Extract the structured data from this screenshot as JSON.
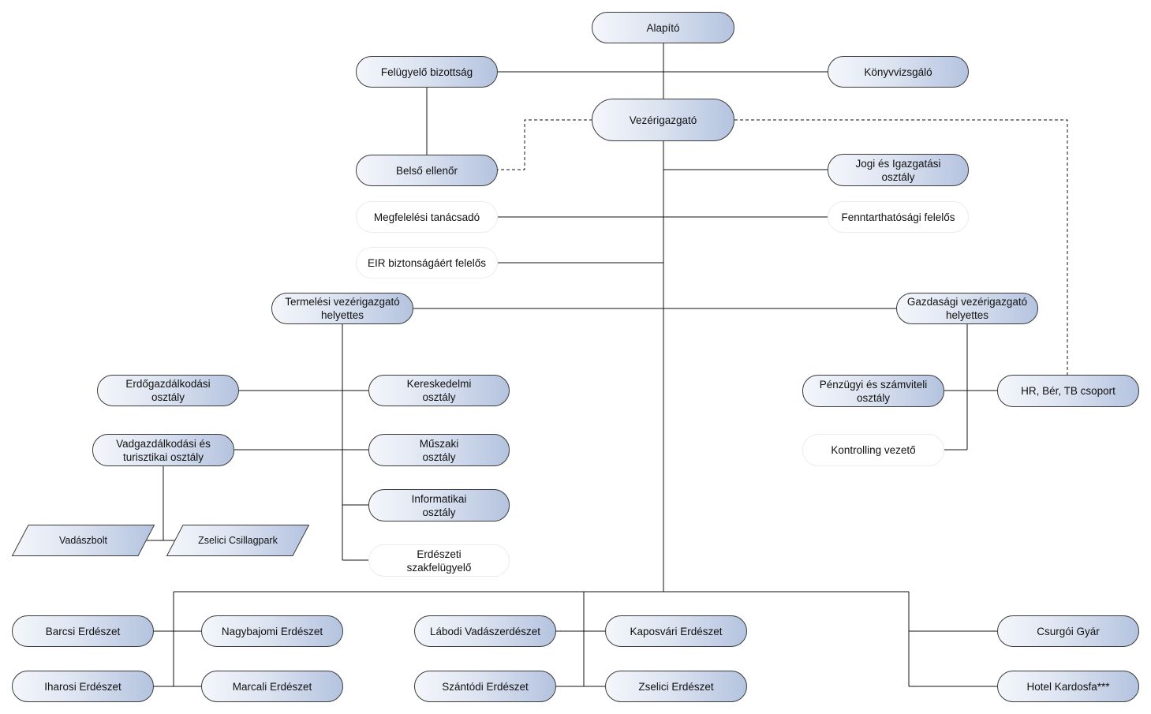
{
  "org_chart": {
    "nodes": {
      "alapito": "Alapító",
      "felugyelo": "Felügyelő bizottság",
      "konyvvizsgalo": "Könyvvizsgáló",
      "vezerigazgato": "Vezérigazgató",
      "belso_ellenor": "Belső ellenőr",
      "jogi": "Jogi és Igazgatási\nosztály",
      "megfelelesi": "Megfelelési tanácsadó",
      "fenntarthatosagi": "Fenntarthatósági felelős",
      "eir": "EIR biztonságáért felelős",
      "termelesi_vh": "Termelési vezérigazgató\nhelyettes",
      "gazdasagi_vh": "Gazdasági vezérigazgató\nhelyettes",
      "erdogazdalkodasi": "Erdőgazdálkodási\nosztály",
      "kereskedelmi": "Kereskedelmi\nosztály",
      "vadgazdalkodasi": "Vadgazdálkodási és\nturisztikai osztály",
      "muszaki": "Műszaki\nosztály",
      "informatikai": "Informatikai\nosztály",
      "erdeszeti_szak": "Erdészeti\nszakfelügyelő",
      "vadaszbolt": "Vadászbolt",
      "zselici_csillagpark": "Zselici Csillagpark",
      "penzugyi": "Pénzügyi és számviteli\nosztály",
      "hr": "HR, Bér, TB csoport",
      "kontrolling": "Kontrolling vezető",
      "barcsi": "Barcsi Erdészet",
      "nagybajomi": "Nagybajomi Erdészet",
      "iharosi": "Iharosi Erdészet",
      "marcali": "Marcali Erdészet",
      "labodi": "Lábodi Vadászerdészet",
      "kaposvari": "Kaposvári Erdészet",
      "szantodi": "Szántódi Erdészet",
      "zselici_erdeszet": "Zselici Erdészet",
      "csurgoi": "Csurgói Gyár",
      "hotel": "Hotel Kardosfa***"
    }
  },
  "colors": {
    "line": "#111111",
    "node_border": "#3a3a3a",
    "gradient_light": "#f4f6fb",
    "gradient_dark": "#b4c3df"
  }
}
